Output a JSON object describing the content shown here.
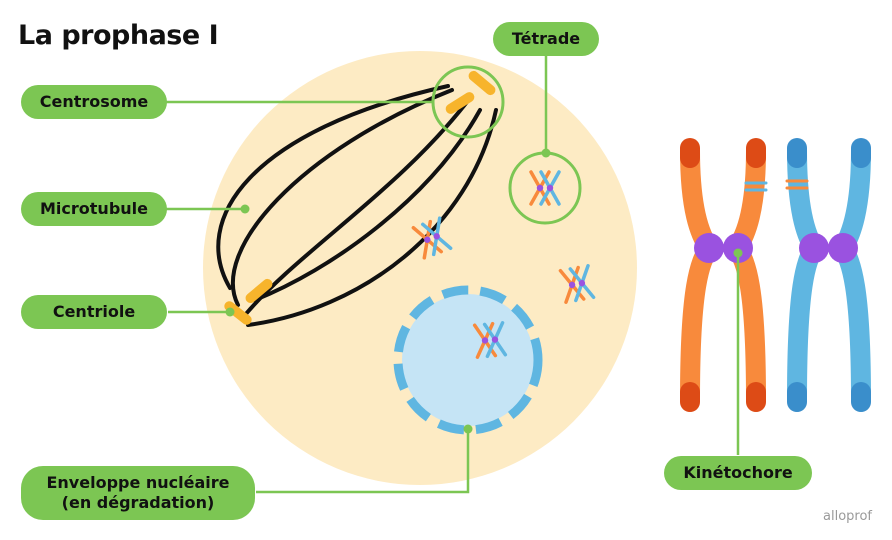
{
  "title": "La prophase I",
  "labels": {
    "centrosome": "Centrosome",
    "microtubule": "Microtubule",
    "centriole": "Centriole",
    "envelope_line1": "Enveloppe nucléaire",
    "envelope_line2": "(en dégradation)",
    "tetrade": "Tétrade",
    "kinetochore": "Kinétochore"
  },
  "watermark": "alloprof",
  "colors": {
    "label_bg": "#7cc653",
    "leader_line": "#7cc653",
    "cytoplasm": "#fdebc4",
    "nucleus": "#c5e4f5",
    "envelope": "#5fb6e1",
    "centriole": "#f7b42c",
    "chromosome_orange": "#f88a3c",
    "chromosome_blue": "#5fb6e1",
    "centromere": "#9a52e0",
    "microtubule": "#111111"
  }
}
